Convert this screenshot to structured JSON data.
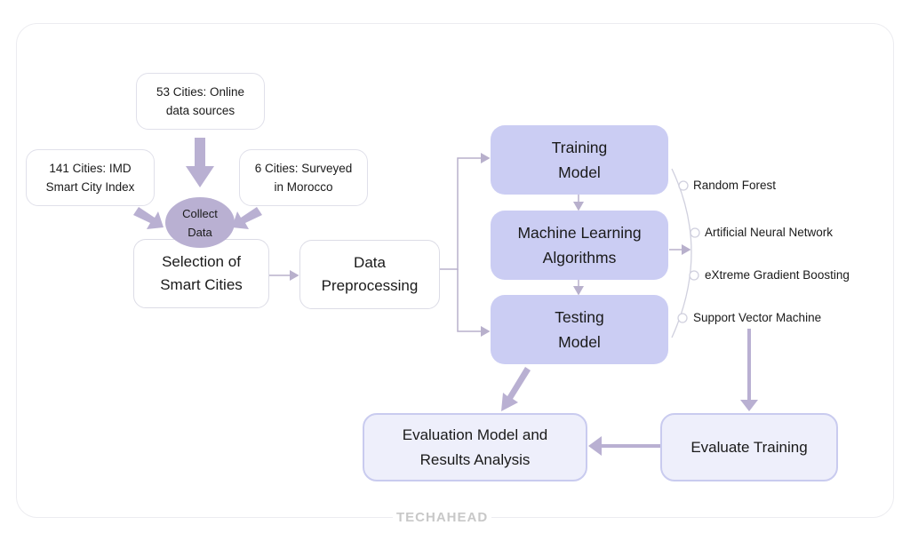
{
  "sources": {
    "online": "53 Cities: Online data sources",
    "imd": "141 Cities: IMD Smart City Index",
    "morocco": "6 Cities: Surveyed in Morocco"
  },
  "collect": "Collect Data",
  "selection": "Selection of Smart Cities",
  "preprocessing": "Data Preprocessing",
  "training": "Training Model",
  "ml_algorithms": "Machine Learning Algorithms",
  "testing": "Testing Model",
  "algorithms": [
    "Random Forest",
    "Artificial Neural Network",
    "eXtreme Gradient Boosting",
    "Support Vector Machine"
  ],
  "evaluate_training": "Evaluate Training",
  "evaluation_model": "Evaluation Model and Results Analysis",
  "brand": "TECHAHEAD",
  "colors": {
    "ml_fill": "#cbcdf3",
    "eval_fill": "#eeeffb",
    "arrow": "#b8b0cc",
    "collect": "#b9b0d2"
  }
}
